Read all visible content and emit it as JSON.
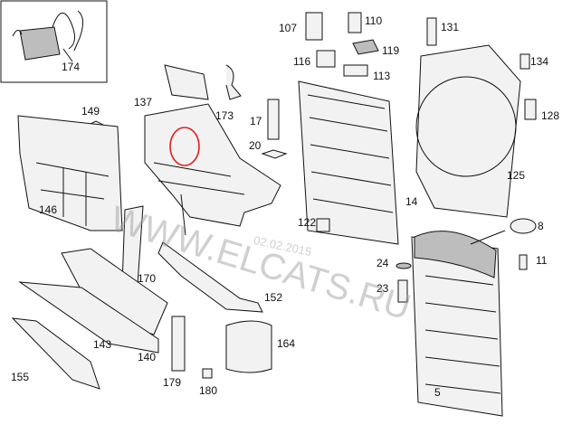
{
  "diagram": {
    "labels": [
      "174",
      "107",
      "110",
      "131",
      "116",
      "119",
      "134",
      "113",
      "137",
      "173",
      "149",
      "17",
      "128",
      "20",
      "125",
      "14",
      "146",
      "122",
      "8",
      "24",
      "11",
      "170",
      "23",
      "152",
      "143",
      "164",
      "140",
      "155",
      "179",
      "180",
      "5"
    ],
    "watermark": "WWW.ELCATS.RU",
    "watermark_date": "02.02.2015",
    "highlight_color": "#e02020"
  }
}
